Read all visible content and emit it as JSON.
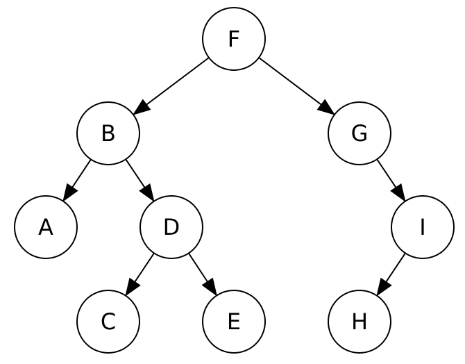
{
  "graph": {
    "nodes": [
      {
        "id": "F",
        "label": "F"
      },
      {
        "id": "B",
        "label": "B"
      },
      {
        "id": "G",
        "label": "G"
      },
      {
        "id": "A",
        "label": "A"
      },
      {
        "id": "D",
        "label": "D"
      },
      {
        "id": "I",
        "label": "I"
      },
      {
        "id": "C",
        "label": "C"
      },
      {
        "id": "E",
        "label": "E"
      },
      {
        "id": "H",
        "label": "H"
      }
    ],
    "edges": [
      {
        "from": "F",
        "to": "B"
      },
      {
        "from": "F",
        "to": "G"
      },
      {
        "from": "B",
        "to": "A"
      },
      {
        "from": "B",
        "to": "D"
      },
      {
        "from": "G",
        "to": "I"
      },
      {
        "from": "D",
        "to": "C"
      },
      {
        "from": "D",
        "to": "E"
      },
      {
        "from": "I",
        "to": "H"
      }
    ]
  },
  "colors": {
    "stroke": "#000000",
    "fill": "#ffffff",
    "background": "#ffffff"
  }
}
